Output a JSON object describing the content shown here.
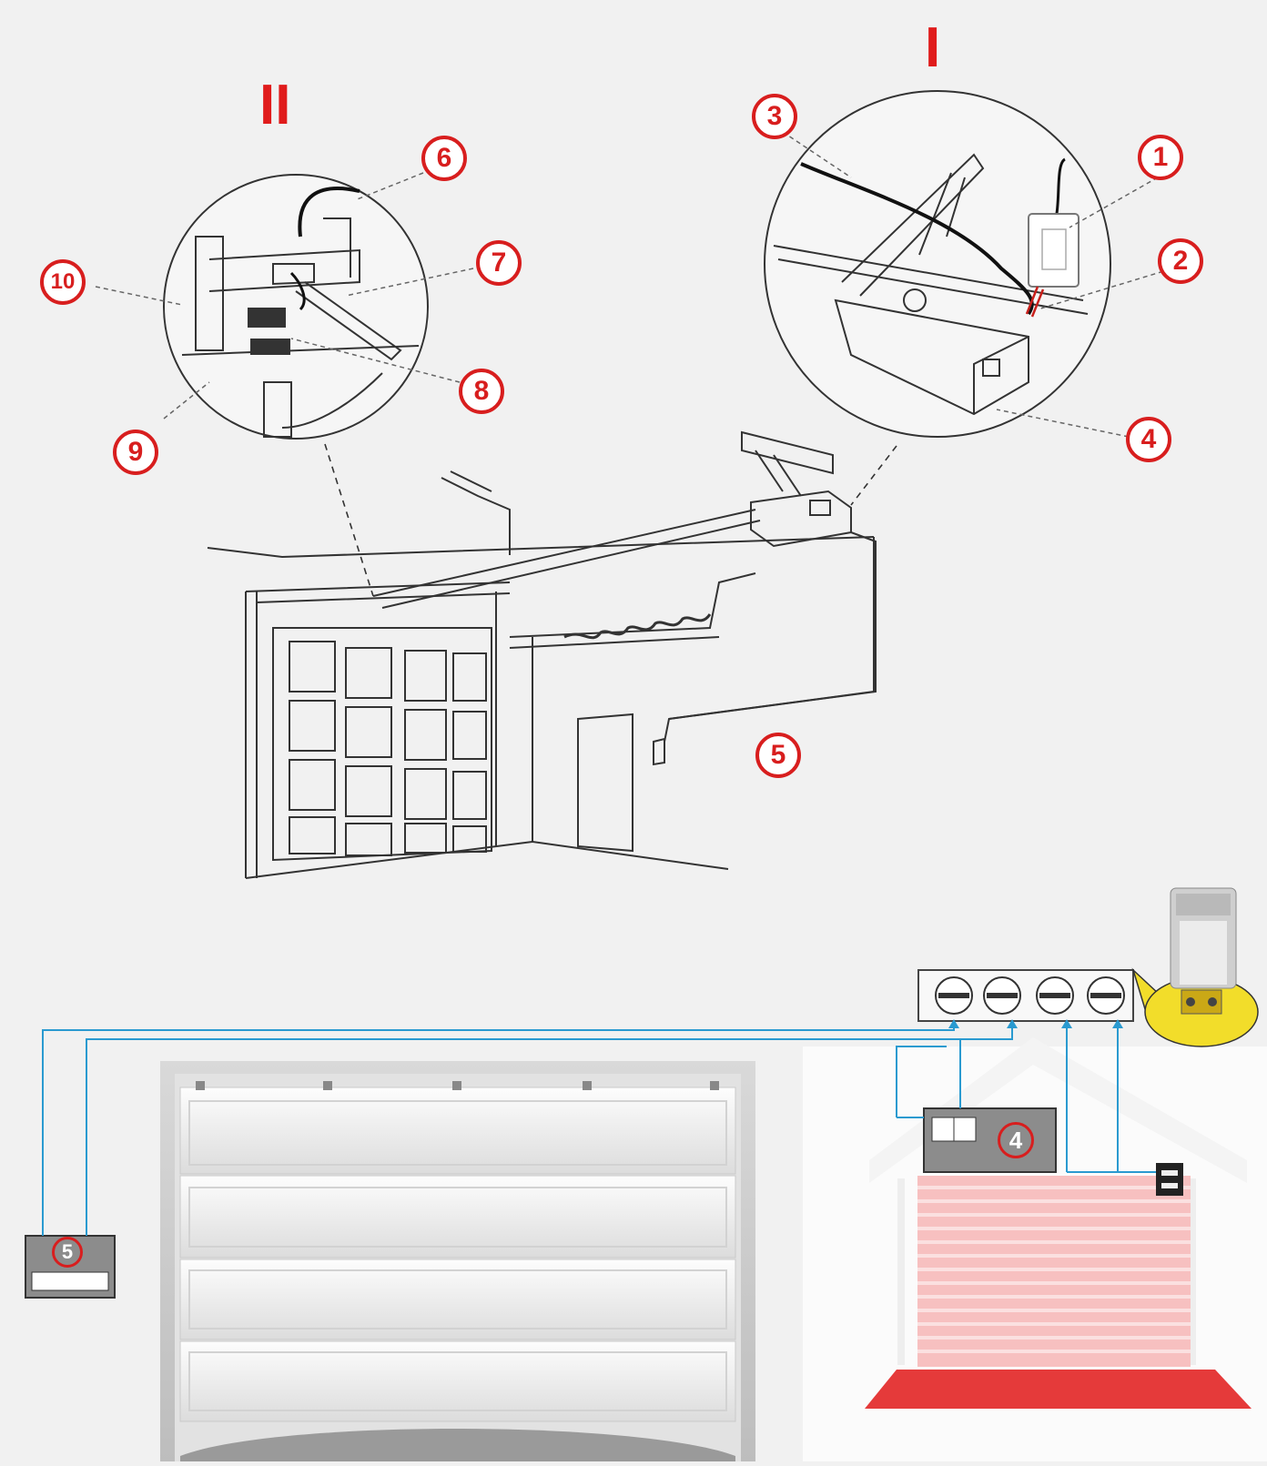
{
  "callouts": {
    "c1": "1",
    "c2": "2",
    "c3": "3",
    "c4": "4",
    "c5": "5",
    "c6": "6",
    "c7": "7",
    "c8": "8",
    "c9": "9",
    "c10": "10"
  },
  "detail_views": {
    "right": "I",
    "left": "II"
  },
  "wiring": {
    "controller_label": "4",
    "switch_label": "5",
    "terminal_count": 4
  },
  "colors": {
    "accent": "#d81e1e",
    "wire": "#2a9ad0",
    "sensor_highlight": "#f2dd2a",
    "roller_door": "#f3a0a0"
  },
  "icons": [
    "wifi-relay-module-icon",
    "magnetic-reed-sensor-icon",
    "screw-terminal-icon",
    "wall-button-icon"
  ]
}
